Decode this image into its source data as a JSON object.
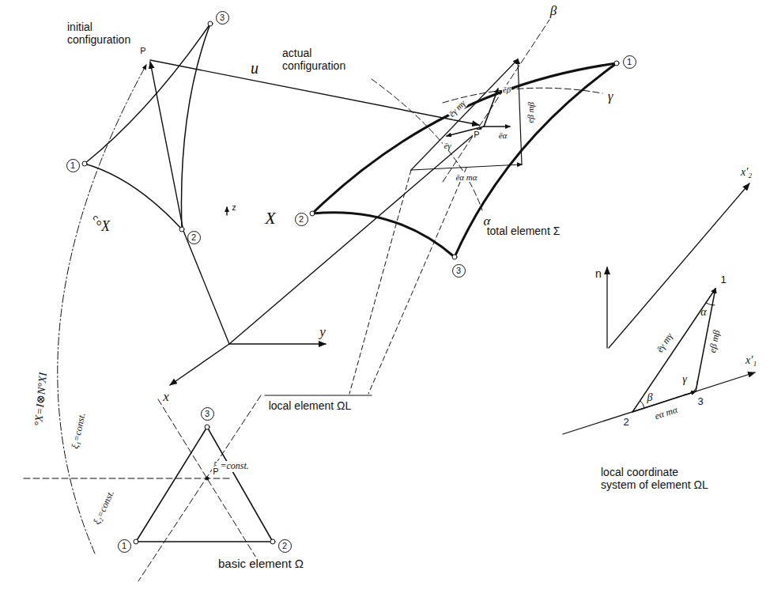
{
  "diagram": {
    "nodes": [
      {
        "text": [
          "3"
        ]
      },
      {
        "text": [
          "1"
        ]
      },
      {
        "text": [
          "1"
        ]
      },
      {
        "text": [
          "2"
        ]
      },
      {
        "text": [
          "2"
        ]
      },
      {
        "text": [
          "3"
        ]
      },
      {
        "text": [
          "3"
        ]
      },
      {
        "text": [
          "1"
        ]
      },
      {
        "text": [
          "2"
        ]
      }
    ],
    "labels": [
      "initial configuration",
      "actual configuration",
      "P",
      "u",
      "β",
      "γ",
      "α",
      "°X",
      "z",
      "X",
      "x",
      "y",
      "total element Σ",
      "local element ΩL",
      "°X=I⊗N°XI",
      "ξ₁=const.",
      "ξ₃=const.",
      "ξ₂=const.",
      "P",
      "basic element Ω",
      "n",
      "x'₂",
      "x'₁",
      "1",
      "2",
      "3",
      "α",
      "β",
      "γ",
      "ēγ mγ",
      "eβ mβ",
      "eα mα",
      "local coordinate system of element ΩL",
      "ēγ mγ",
      "ēβ",
      "ēγ",
      "P",
      "ēα",
      "ēα mα",
      "eβ mβ"
    ]
  }
}
